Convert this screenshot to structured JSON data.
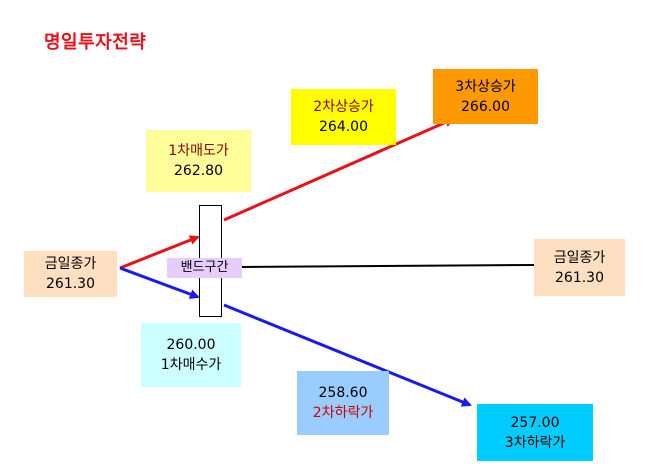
{
  "title": "명일투자전략",
  "current_close": {
    "label": "금일종가",
    "value": "261.30"
  },
  "target_close": {
    "label": "금일종가",
    "value": "261.30"
  },
  "band": {
    "label": "밴드구간"
  },
  "sell1": {
    "label": "1차매도가",
    "value": "262.80"
  },
  "up2": {
    "label": "2차상승가",
    "value": "264.00"
  },
  "up3": {
    "label": "3차상승가",
    "value": "266.00"
  },
  "buy1": {
    "value": "260.00",
    "label": "1차매수가"
  },
  "down2": {
    "value": "258.60",
    "label": "2차하락가"
  },
  "down3": {
    "value": "257.00",
    "label": "3차하락가"
  },
  "colors": {
    "title": "#e8121a",
    "up_arrow": "#e8121a",
    "down_arrow": "#1a1aee",
    "close_box": "#ffdfc2",
    "sell1_box": "#ffff99",
    "up2_box": "#ffff00",
    "up3_box": "#ff9900",
    "buy1_box": "#ccffff",
    "down2_box": "#99ccff",
    "down3_box": "#00ccff",
    "band_label": "#e6ccff"
  }
}
